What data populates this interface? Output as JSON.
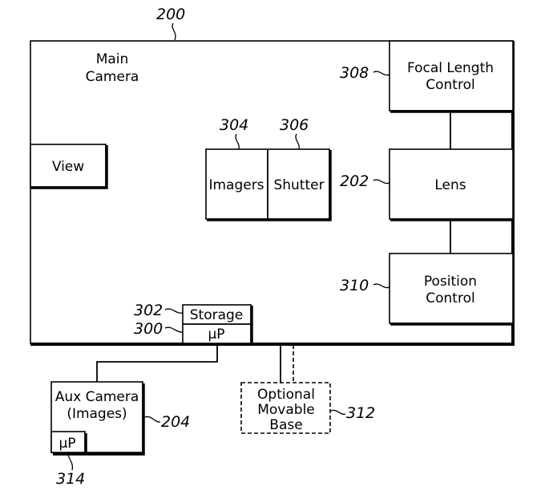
{
  "diagram": {
    "main_camera": {
      "ref": "200",
      "label_lines": [
        "Main",
        "Camera"
      ]
    },
    "view": {
      "label": "View"
    },
    "imagers": {
      "ref": "304",
      "label": "Imagers"
    },
    "shutter": {
      "ref": "306",
      "label": "Shutter"
    },
    "focal_length_control": {
      "ref": "308",
      "label_lines": [
        "Focal Length",
        "Control"
      ]
    },
    "lens": {
      "ref": "202",
      "label": "Lens"
    },
    "position_control": {
      "ref": "310",
      "label_lines": [
        "Position",
        "Control"
      ]
    },
    "storage": {
      "ref": "302",
      "label": "Storage"
    },
    "main_processor": {
      "ref": "300",
      "label": "μP"
    },
    "aux_camera": {
      "ref": "204",
      "label_lines": [
        "Aux Camera",
        "(Images)"
      ]
    },
    "aux_processor": {
      "ref": "314",
      "label": "μP"
    },
    "movable_base": {
      "ref": "312",
      "label_lines": [
        "Optional",
        "Movable",
        "Base"
      ],
      "optional": true
    }
  }
}
